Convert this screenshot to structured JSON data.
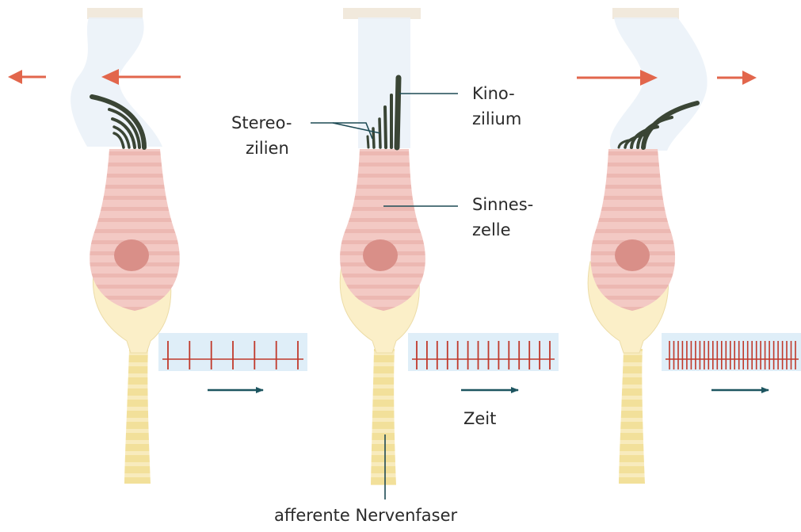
{
  "labels": {
    "stereozilien_line1": "Stereo-",
    "stereozilien_line2": "zilien",
    "kinozilium_line1": "Kino-",
    "kinozilium_line2": "zilium",
    "sinneszelle_line1": "Sinnes-",
    "sinneszelle_line2": "zelle",
    "zeit": "Zeit",
    "afferente_nervenfaser": "afferente Nervenfaser"
  },
  "states": [
    {
      "name": "deflection-toward-stereocilia",
      "spike_count": 7
    },
    {
      "name": "rest",
      "spike_count": 14
    },
    {
      "name": "deflection-toward-kinocilium",
      "spike_count": 30
    }
  ],
  "colors": {
    "cell_body": "#f3c9c4",
    "cell_stripe": "#eab3ad",
    "nucleus": "#d98f88",
    "supporting_cell": "#fbefc8",
    "nerve_fiber": "#f2e09a",
    "cilia": "#3a4535",
    "cupula": "#e8f0f7",
    "force_arrow": "#e2664c",
    "spike": "#c0392b",
    "spike_panel": "#dfeef8",
    "time_arrow": "#1d5560",
    "leader_line": "#1d4a54"
  }
}
